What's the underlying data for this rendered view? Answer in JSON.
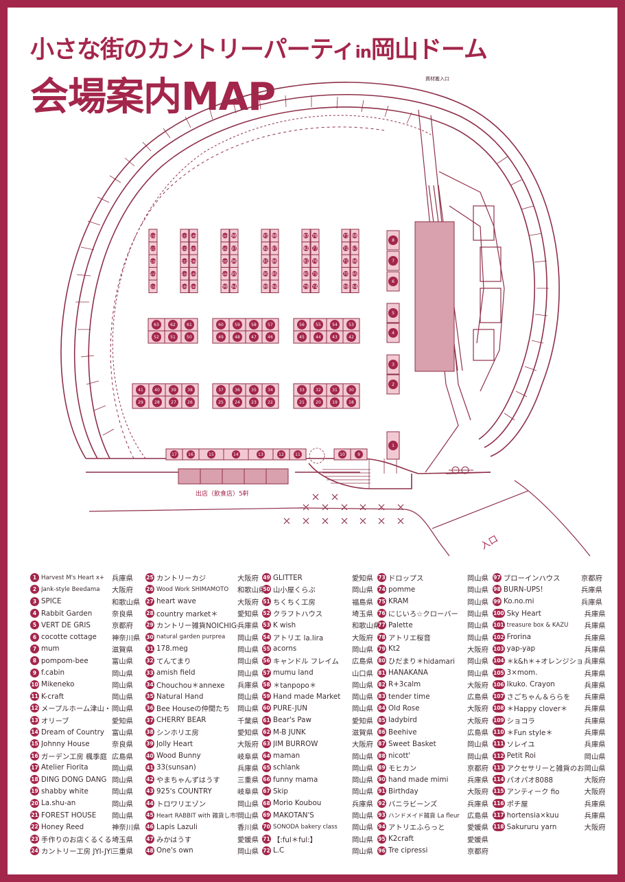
{
  "title_line1_main": "小さな街のカントリーパーティ",
  "title_line1_in": "in",
  "title_line1_venue": "岡山ドーム",
  "title_line2": "会場案内MAP",
  "map_labels": {
    "material_entrance": "資材搬入口",
    "food_stalls": "出店（飲食店）5軒",
    "entrance": "入口"
  },
  "booths": {
    "col_a": [
      "118",
      "117",
      "116",
      "115",
      "114"
    ],
    "col_b_left": [
      "113",
      "112",
      "111",
      "110",
      "109"
    ],
    "col_b_right": [
      "108",
      "107",
      "106",
      "105",
      "104"
    ],
    "col_c_left": [
      "103",
      "102",
      "101",
      "100",
      "99"
    ],
    "col_c_right": [
      "98",
      "97",
      "96",
      "95",
      "94"
    ],
    "col_d_left": [
      "93",
      "92",
      "91",
      "90",
      "89"
    ],
    "col_d_right": [
      "88",
      "87",
      "86",
      "85",
      "84"
    ],
    "col_e_left": [
      "83",
      "82",
      "81",
      "80",
      "79"
    ],
    "col_e_right": [
      "78",
      "77",
      "76",
      "75",
      "74"
    ],
    "col_f_left": [
      "73",
      "72",
      "71",
      "70",
      "69"
    ],
    "col_f_right": [
      "68",
      "67",
      "66",
      "65",
      "64"
    ],
    "mid_left_top": [
      "63",
      "62",
      "61"
    ],
    "mid_left_bottom": [
      "52",
      "51",
      "50"
    ],
    "mid_center_top": [
      "60",
      "59",
      "58",
      "57"
    ],
    "mid_center_bottom": [
      "49",
      "48",
      "47",
      "46"
    ],
    "mid_right_top": [
      "56",
      "55",
      "54",
      "53"
    ],
    "mid_right_bottom": [
      "45",
      "44",
      "43",
      "42"
    ],
    "low_left_top": [
      "41",
      "40",
      "39",
      "38"
    ],
    "low_left_bottom": [
      "29",
      "28",
      "27",
      "26"
    ],
    "low_center_top": [
      "37",
      "36",
      "35",
      "34"
    ],
    "low_center_bottom": [
      "25",
      "24",
      "23",
      "22"
    ],
    "low_right_top": [
      "33",
      "32",
      "31",
      "30"
    ],
    "low_right_bottom": [
      "21",
      "20",
      "19",
      "18"
    ],
    "bottom_row": [
      "17",
      "16",
      "15",
      "14",
      "13",
      "12",
      "11"
    ],
    "bottom_right": [
      "10",
      "9"
    ],
    "right_column": [
      "8",
      "7",
      "6",
      "5",
      "4",
      "3",
      "2",
      "1"
    ]
  },
  "legend": [
    [
      {
        "n": "1",
        "name": "Harvest M's Heart x+",
        "pref": "兵庫県"
      },
      {
        "n": "2",
        "name": "Jank-style Beedama",
        "pref": "大阪府"
      },
      {
        "n": "3",
        "name": "SPICE",
        "pref": "和歌山県"
      },
      {
        "n": "4",
        "name": "Rabbit Garden",
        "pref": "奈良県"
      },
      {
        "n": "5",
        "name": "VERT DE GRIS",
        "pref": "京都府"
      },
      {
        "n": "6",
        "name": "cocotte cottage",
        "pref": "神奈川県"
      },
      {
        "n": "7",
        "name": "mum",
        "pref": "滋賀県"
      },
      {
        "n": "8",
        "name": "pompom-bee",
        "pref": "富山県"
      },
      {
        "n": "9",
        "name": "f.cabin",
        "pref": "岡山県"
      },
      {
        "n": "10",
        "name": "Mikeneko",
        "pref": "岡山県"
      },
      {
        "n": "11",
        "name": "K-craft",
        "pref": "岡山県"
      },
      {
        "n": "12",
        "name": "メープルホーム津山・岡山",
        "pref": "岡山県"
      },
      {
        "n": "13",
        "name": "オリーブ",
        "pref": "愛知県"
      },
      {
        "n": "14",
        "name": "Dream of Country",
        "pref": "富山県"
      },
      {
        "n": "15",
        "name": "Johnny House",
        "pref": "奈良県"
      },
      {
        "n": "16",
        "name": "ガーデン工房 楓季庭",
        "pref": "広島県"
      },
      {
        "n": "17",
        "name": "Atelier Fiorita",
        "pref": "岡山県"
      },
      {
        "n": "18",
        "name": "DING DONG DANG",
        "pref": "岡山県"
      },
      {
        "n": "19",
        "name": "shabby white",
        "pref": "岡山県"
      },
      {
        "n": "20",
        "name": "La.shu-an",
        "pref": "岡山県"
      },
      {
        "n": "21",
        "name": "FOREST HOUSE",
        "pref": "岡山県"
      },
      {
        "n": "22",
        "name": "Honey Reed",
        "pref": "神奈川県"
      },
      {
        "n": "23",
        "name": "手作りのお店くるくる",
        "pref": "埼玉県"
      },
      {
        "n": "24",
        "name": "カントリー工房 JYI-JYI",
        "pref": "三重県"
      }
    ],
    [
      {
        "n": "25",
        "name": "カントリーカジ",
        "pref": "大阪府"
      },
      {
        "n": "26",
        "name": "Wood Work SHIMAMOTO",
        "pref": "和歌山県"
      },
      {
        "n": "27",
        "name": "heart wave",
        "pref": "大阪府"
      },
      {
        "n": "28",
        "name": "country market＊",
        "pref": "愛知県"
      },
      {
        "n": "29",
        "name": "カントリー雑貨NOICHIGO",
        "pref": "兵庫県"
      },
      {
        "n": "30",
        "name": "natural garden purprea",
        "pref": "岡山県"
      },
      {
        "n": "31",
        "name": "178.meg",
        "pref": "岡山県"
      },
      {
        "n": "32",
        "name": "てんてまり",
        "pref": "岡山県"
      },
      {
        "n": "33",
        "name": "amish field",
        "pref": "岡山県"
      },
      {
        "n": "34",
        "name": "Chouchou＊annexe",
        "pref": "兵庫県"
      },
      {
        "n": "35",
        "name": "Natural Hand",
        "pref": "岡山県"
      },
      {
        "n": "36",
        "name": "Bee Houseの仲間たち",
        "pref": "岡山県"
      },
      {
        "n": "37",
        "name": "CHERRY BEAR",
        "pref": "千葉県"
      },
      {
        "n": "38",
        "name": "シンホリエ房",
        "pref": "愛知県"
      },
      {
        "n": "39",
        "name": "Jolly Heart",
        "pref": "大阪府"
      },
      {
        "n": "40",
        "name": "Wood Bunny",
        "pref": "岐阜県"
      },
      {
        "n": "41",
        "name": "33(sunsan)",
        "pref": "兵庫県"
      },
      {
        "n": "42",
        "name": "やまちゃんずはうす",
        "pref": "三重県"
      },
      {
        "n": "43",
        "name": "925's COUNTRY",
        "pref": "岐阜県"
      },
      {
        "n": "44",
        "name": "トロワリエゾン",
        "pref": "岡山県"
      },
      {
        "n": "45",
        "name": "Heart RABBIT with 雑貨し市場",
        "pref": "岡山県"
      },
      {
        "n": "46",
        "name": "Lapis Lazuli",
        "pref": "香川県"
      },
      {
        "n": "47",
        "name": "みかはうす",
        "pref": "愛媛県"
      },
      {
        "n": "48",
        "name": "One's own",
        "pref": "岡山県"
      }
    ],
    [
      {
        "n": "49",
        "name": "GLITTER",
        "pref": "愛知県"
      },
      {
        "n": "50",
        "name": "山小屋くらぶ",
        "pref": "岡山県"
      },
      {
        "n": "51",
        "name": "ちくちく工房",
        "pref": "福島県"
      },
      {
        "n": "52",
        "name": "クラフトハウス",
        "pref": "埼玉県"
      },
      {
        "n": "53",
        "name": "K wish",
        "pref": "和歌山県"
      },
      {
        "n": "54",
        "name": "アトリエ la.lira",
        "pref": "大阪府"
      },
      {
        "n": "55",
        "name": "acorns",
        "pref": "岡山県"
      },
      {
        "n": "56",
        "name": "キャンドル フレイム",
        "pref": "広島県"
      },
      {
        "n": "57",
        "name": "mumu land",
        "pref": "山口県"
      },
      {
        "n": "58",
        "name": "＊tanpopo＊",
        "pref": "岡山県"
      },
      {
        "n": "59",
        "name": "Hand made Market",
        "pref": "岡山県"
      },
      {
        "n": "60",
        "name": "PURE-JUN",
        "pref": "岡山県"
      },
      {
        "n": "61",
        "name": "Bear's Paw",
        "pref": "愛知県"
      },
      {
        "n": "62",
        "name": "M-B JUNK",
        "pref": "滋賀県"
      },
      {
        "n": "63",
        "name": "JIM BURROW",
        "pref": "大阪府"
      },
      {
        "n": "64",
        "name": "maman",
        "pref": "岡山県"
      },
      {
        "n": "65",
        "name": "schlank",
        "pref": "岡山県"
      },
      {
        "n": "66",
        "name": "funny mama",
        "pref": "岡山県"
      },
      {
        "n": "67",
        "name": "Skip",
        "pref": "岡山県"
      },
      {
        "n": "68",
        "name": "Morio Koubou",
        "pref": "兵庫県"
      },
      {
        "n": "69",
        "name": "MAKOTAN'S",
        "pref": "岡山県"
      },
      {
        "n": "70",
        "name": "SONODA bakery class",
        "pref": "岡山県"
      },
      {
        "n": "71",
        "name": "【:ful＊ful:】",
        "pref": "岡山県"
      },
      {
        "n": "72",
        "name": "L.C",
        "pref": "岡山県"
      }
    ],
    [
      {
        "n": "73",
        "name": "ドロップス",
        "pref": "岡山県"
      },
      {
        "n": "74",
        "name": "pomme",
        "pref": "岡山県"
      },
      {
        "n": "75",
        "name": "KRAM",
        "pref": "岡山県"
      },
      {
        "n": "76",
        "name": "にじいろ☆クローバー",
        "pref": "岡山県"
      },
      {
        "n": "77",
        "name": "Palette",
        "pref": "岡山県"
      },
      {
        "n": "78",
        "name": "アトリエ桜音",
        "pref": "岡山県"
      },
      {
        "n": "79",
        "name": "Kt2",
        "pref": "大阪府"
      },
      {
        "n": "80",
        "name": "ひだまり＊hidamari",
        "pref": "岡山県"
      },
      {
        "n": "81",
        "name": "HANAKANA",
        "pref": "岡山県"
      },
      {
        "n": "82",
        "name": "R+3calm",
        "pref": "大阪府"
      },
      {
        "n": "83",
        "name": "tender time",
        "pref": "広島県"
      },
      {
        "n": "84",
        "name": "Old Rose",
        "pref": "大阪府"
      },
      {
        "n": "85",
        "name": "ladybird",
        "pref": "大阪府"
      },
      {
        "n": "86",
        "name": "Beehive",
        "pref": "広島県"
      },
      {
        "n": "87",
        "name": "Sweet Basket",
        "pref": "岡山県"
      },
      {
        "n": "88",
        "name": "nicott'",
        "pref": "岡山県"
      },
      {
        "n": "89",
        "name": "モヒカン",
        "pref": "京都府"
      },
      {
        "n": "90",
        "name": "hand made mimi",
        "pref": "兵庫県"
      },
      {
        "n": "91",
        "name": "Birthday",
        "pref": "大阪府"
      },
      {
        "n": "92",
        "name": "バニラビーンズ",
        "pref": "兵庫県"
      },
      {
        "n": "93",
        "name": "ハンドメイド雑貨 La fleur",
        "pref": "広島県"
      },
      {
        "n": "94",
        "name": "アトリエふらっと",
        "pref": "愛媛県"
      },
      {
        "n": "95",
        "name": "K2craft",
        "pref": "愛媛県"
      },
      {
        "n": "96",
        "name": "Tre cipressi",
        "pref": "京都府"
      }
    ],
    [
      {
        "n": "97",
        "name": "ブローインハウス",
        "pref": "京都府"
      },
      {
        "n": "98",
        "name": "BURN-UPS!",
        "pref": "兵庫県"
      },
      {
        "n": "99",
        "name": "Ko.no.mi",
        "pref": "兵庫県"
      },
      {
        "n": "100",
        "name": "Sky Heart",
        "pref": "兵庫県"
      },
      {
        "n": "101",
        "name": "treasure box & KAZU",
        "pref": "兵庫県"
      },
      {
        "n": "102",
        "name": "Frorina",
        "pref": "兵庫県"
      },
      {
        "n": "103",
        "name": "yap-yap",
        "pref": "兵庫県"
      },
      {
        "n": "104",
        "name": "＊k&h＊+オレンジショコラ",
        "pref": "兵庫県"
      },
      {
        "n": "105",
        "name": "3×mom.",
        "pref": "兵庫県"
      },
      {
        "n": "106",
        "name": "Ikuko. Crayon",
        "pref": "兵庫県"
      },
      {
        "n": "107",
        "name": "さごちゃん＆ららを",
        "pref": "兵庫県"
      },
      {
        "n": "108",
        "name": "＊Happy clover＊",
        "pref": "兵庫県"
      },
      {
        "n": "109",
        "name": "ショコラ",
        "pref": "兵庫県"
      },
      {
        "n": "110",
        "name": "＊Fun style＊",
        "pref": "兵庫県"
      },
      {
        "n": "111",
        "name": "ソレイユ",
        "pref": "兵庫県"
      },
      {
        "n": "112",
        "name": "Petit Roi",
        "pref": "岡山県"
      },
      {
        "n": "113",
        "name": "アクセサリーと雑貨のお店melk",
        "pref": "岡山県"
      },
      {
        "n": "114",
        "name": "パオパオ8088",
        "pref": "大阪府"
      },
      {
        "n": "115",
        "name": "アンティーク fio",
        "pref": "大阪府"
      },
      {
        "n": "116",
        "name": "ポチ屋",
        "pref": "兵庫県"
      },
      {
        "n": "117",
        "name": "hortensia×kuu",
        "pref": "兵庫県"
      },
      {
        "n": "118",
        "name": "Sakururu yarn",
        "pref": "大阪府"
      }
    ]
  ]
}
